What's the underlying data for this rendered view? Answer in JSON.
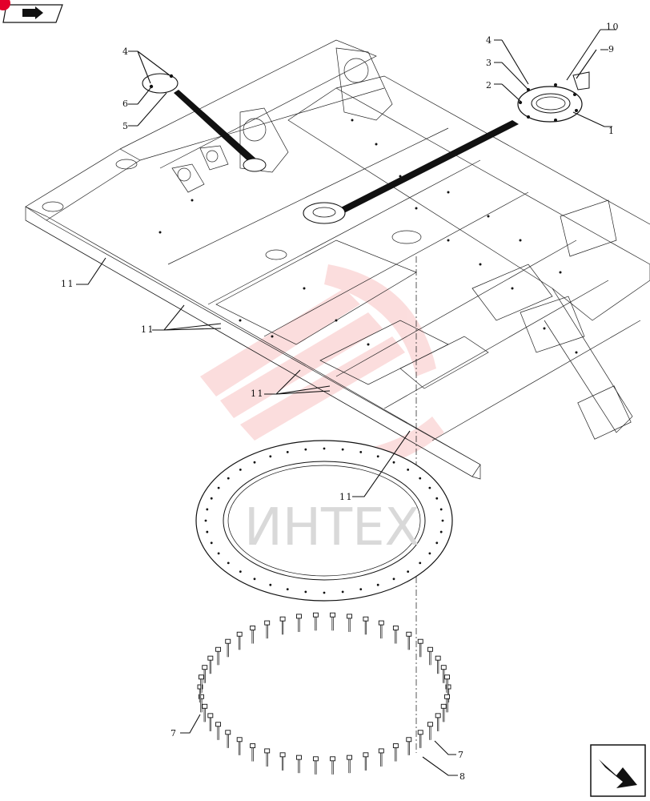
{
  "callouts": [
    "1",
    "2",
    "3",
    "4",
    "5",
    "6",
    "7",
    "8",
    "9",
    "10",
    "11"
  ],
  "watermark": "ИНТЕХ",
  "colors": {
    "line": "#111111",
    "accent": "#e3002b",
    "watermark_red": "#f6b8b8"
  },
  "icons": {
    "top_left": "page-nav-arrow-icon",
    "bottom_right": "next-page-arrow-icon"
  }
}
